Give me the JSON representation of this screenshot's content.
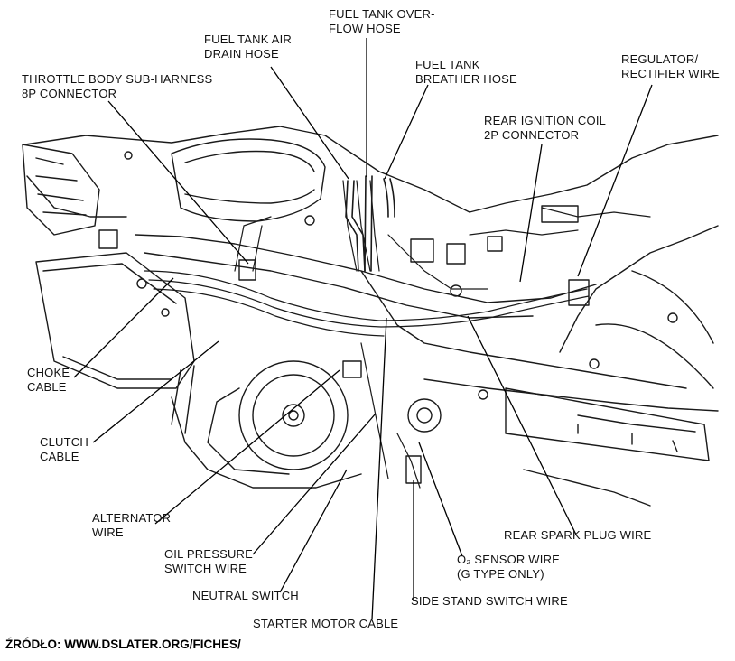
{
  "diagram": {
    "labels": {
      "fuel_tank_overflow_hose": "FUEL TANK OVER-\nFLOW HOSE",
      "fuel_tank_air_drain_hose": "FUEL TANK AIR\nDRAIN HOSE",
      "fuel_tank_breather_hose": "FUEL TANK\nBREATHER HOSE",
      "regulator_rectifier_wire": "REGULATOR/\nRECTIFIER WIRE",
      "throttle_body_sub_harness": "THROTTLE BODY SUB-HARNESS\n8P CONNECTOR",
      "rear_ignition_coil_connector": "REAR IGNITION COIL\n2P CONNECTOR",
      "choke_cable": "CHOKE\nCABLE",
      "clutch_cable": "CLUTCH\nCABLE",
      "alternator_wire": "ALTERNATOR\nWIRE",
      "oil_pressure_switch_wire": "OIL PRESSURE\nSWITCH WIRE",
      "neutral_switch": "NEUTRAL SWITCH",
      "starter_motor_cable": "STARTER MOTOR CABLE",
      "rear_spark_plug_wire": "REAR SPARK PLUG WIRE",
      "o2_sensor_wire": "O₂ SENSOR WIRE\n(G TYPE ONLY)",
      "side_stand_switch_wire": "SIDE STAND SWITCH WIRE"
    },
    "source_caption": "ŹRÓDŁO: WWW.DSLATER.ORG/FICHES/"
  }
}
